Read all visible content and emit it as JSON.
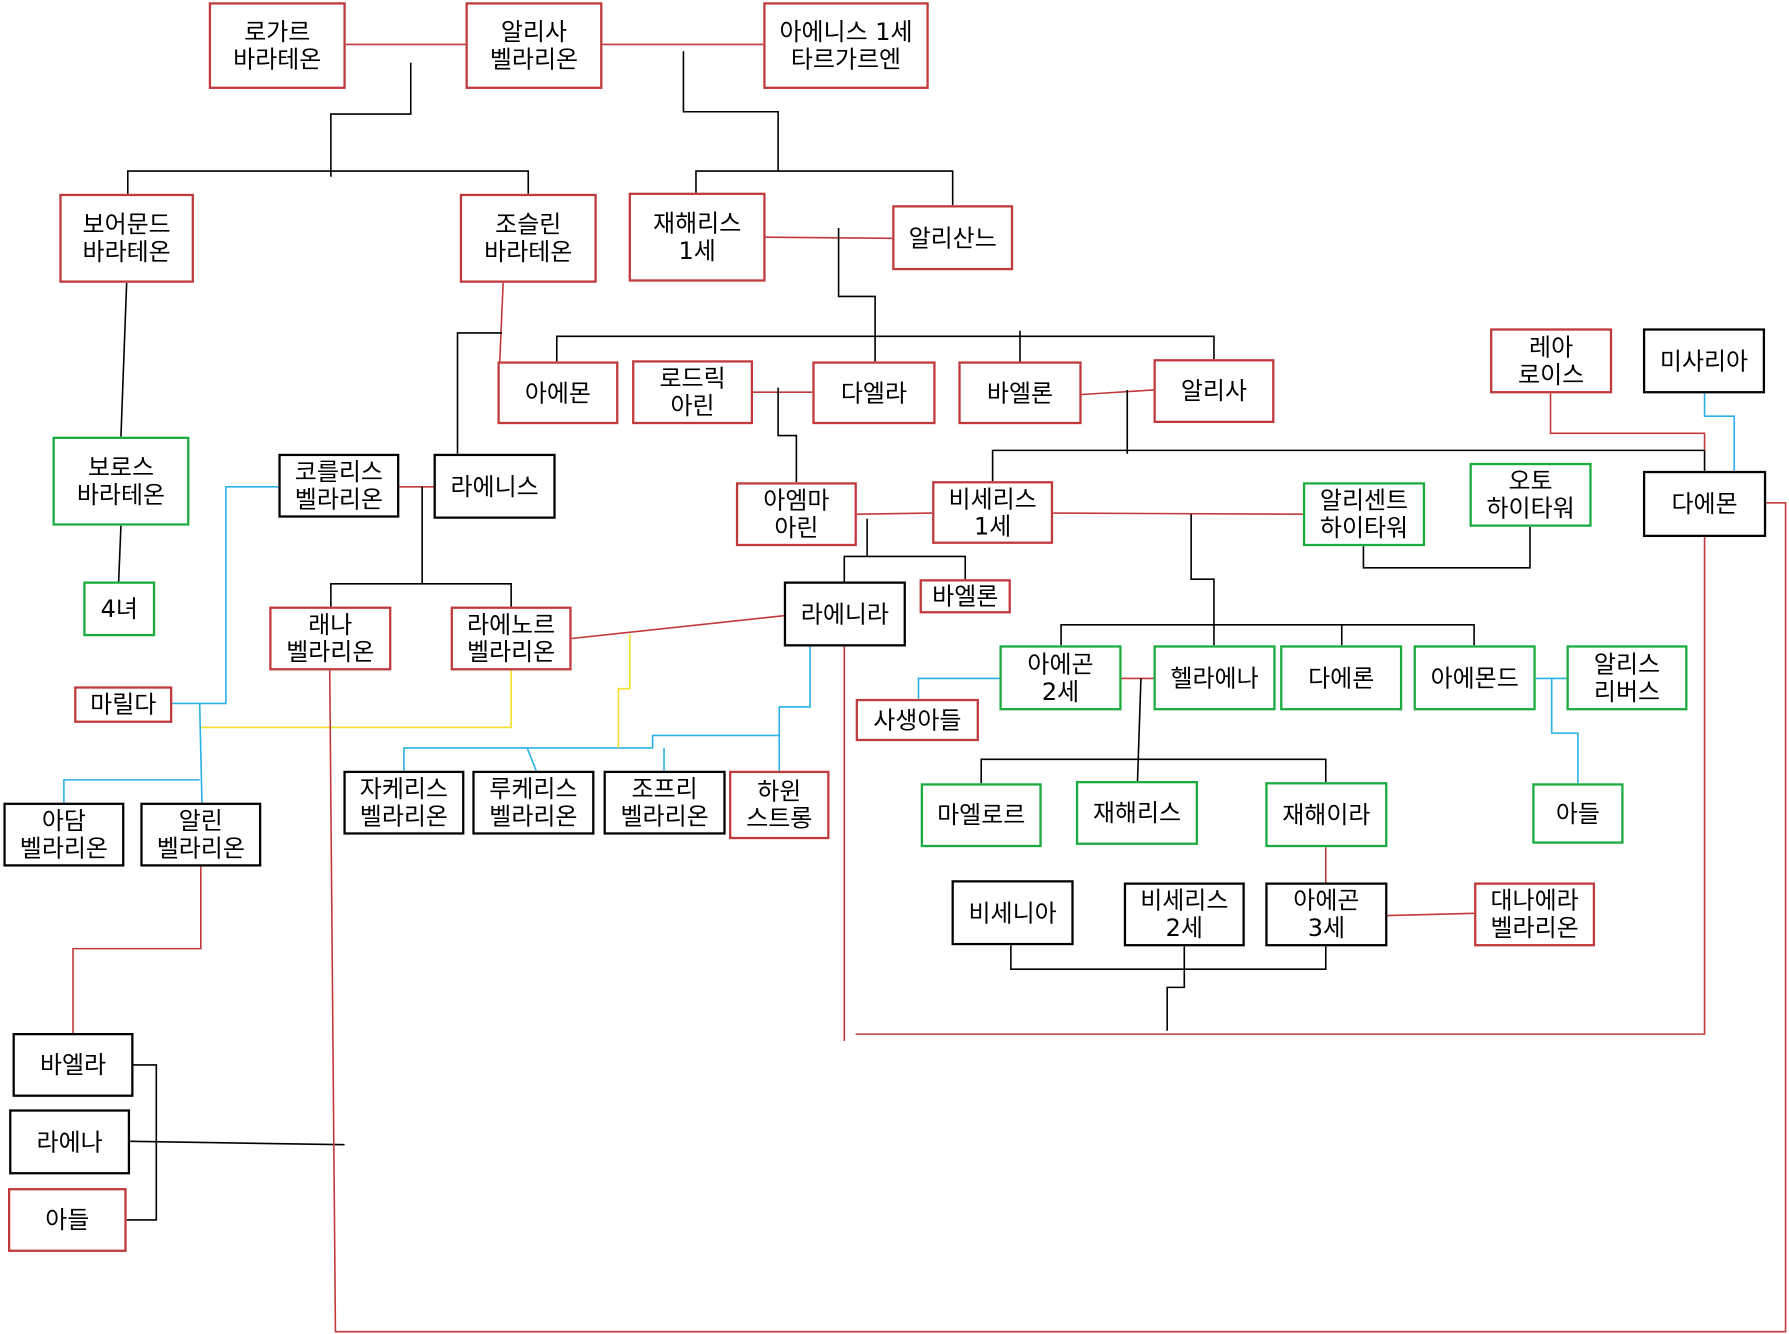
{
  "diagram": {
    "nodes": [
      {
        "id": "rogar",
        "label": "로가르\n바라테온",
        "color": "red"
      },
      {
        "id": "alyssa_v",
        "label": "알리사\n벨라리온",
        "color": "red"
      },
      {
        "id": "aenys1",
        "label": "아에니스 1세\n타르가르엔",
        "color": "red"
      },
      {
        "id": "boremund",
        "label": "보어문드\n바라테온",
        "color": "red"
      },
      {
        "id": "jocelyn",
        "label": "조슬린\n바라테온",
        "color": "red"
      },
      {
        "id": "jaehaerys1",
        "label": "재해리스\n1세",
        "color": "red"
      },
      {
        "id": "alysanne",
        "label": "알리산느",
        "color": "red"
      },
      {
        "id": "aemon",
        "label": "아에몬",
        "color": "red"
      },
      {
        "id": "rodrik",
        "label": "로드릭\n아린",
        "color": "red"
      },
      {
        "id": "daella",
        "label": "다엘라",
        "color": "red"
      },
      {
        "id": "baelon1",
        "label": "바엘론",
        "color": "red"
      },
      {
        "id": "alyssa_t",
        "label": "알리사",
        "color": "red"
      },
      {
        "id": "rhea",
        "label": "레아\n로이스",
        "color": "red"
      },
      {
        "id": "mysaria",
        "label": "미사리아",
        "color": "black"
      },
      {
        "id": "boros",
        "label": "보로스\n바라테온",
        "color": "green"
      },
      {
        "id": "corlys",
        "label": "코를리스\n벨라리온",
        "color": "black"
      },
      {
        "id": "rhaenys",
        "label": "라에니스",
        "color": "black"
      },
      {
        "id": "aemma",
        "label": "아엠마\n아린",
        "color": "red"
      },
      {
        "id": "viserys1",
        "label": "비세리스\n1세",
        "color": "red"
      },
      {
        "id": "alicent",
        "label": "알리센트\n하이타워",
        "color": "green"
      },
      {
        "id": "otto",
        "label": "오토\n하이타워",
        "color": "green"
      },
      {
        "id": "daemon",
        "label": "다에몬",
        "color": "black"
      },
      {
        "id": "four_daughters",
        "label": "4녀",
        "color": "green"
      },
      {
        "id": "baelon2",
        "label": "바엘론",
        "color": "red"
      },
      {
        "id": "laena",
        "label": "래나\n벨라리온",
        "color": "red"
      },
      {
        "id": "laenor",
        "label": "라에노르\n벨라리온",
        "color": "red"
      },
      {
        "id": "rhaenyra",
        "label": "라에니라",
        "color": "black"
      },
      {
        "id": "marilda",
        "label": "마릴다",
        "color": "red"
      },
      {
        "id": "aegon2",
        "label": "아에곤\n2세",
        "color": "green"
      },
      {
        "id": "helaena",
        "label": "헬라에나",
        "color": "green"
      },
      {
        "id": "daeron",
        "label": "다에론",
        "color": "green"
      },
      {
        "id": "aemond",
        "label": "아에몬드",
        "color": "green"
      },
      {
        "id": "alys",
        "label": "알리스\n리버스",
        "color": "green"
      },
      {
        "id": "bastard",
        "label": "사생아들",
        "color": "red"
      },
      {
        "id": "addam",
        "label": "아담\n벨라리온",
        "color": "black"
      },
      {
        "id": "alyn",
        "label": "알린\n벨라리온",
        "color": "black"
      },
      {
        "id": "jacaerys",
        "label": "자케리스\n벨라리온",
        "color": "black"
      },
      {
        "id": "lucerys",
        "label": "루케리스\n벨라리온",
        "color": "black"
      },
      {
        "id": "joffrey",
        "label": "조프리\n벨라리온",
        "color": "black"
      },
      {
        "id": "harwin",
        "label": "하윈\n스트롱",
        "color": "red"
      },
      {
        "id": "maelor",
        "label": "마엘로르",
        "color": "green"
      },
      {
        "id": "jaehaerys_c",
        "label": "재해리스",
        "color": "green"
      },
      {
        "id": "jaehaera",
        "label": "재해이라",
        "color": "green"
      },
      {
        "id": "son_aemond",
        "label": "아들",
        "color": "green"
      },
      {
        "id": "visenya",
        "label": "비세니아",
        "color": "black"
      },
      {
        "id": "viserys2",
        "label": "비세리스\n2세",
        "color": "black"
      },
      {
        "id": "aegon3",
        "label": "아에곤\n3세",
        "color": "black"
      },
      {
        "id": "daenaera",
        "label": "대나에라\n벨라리온",
        "color": "red"
      },
      {
        "id": "baela",
        "label": "바엘라",
        "color": "black"
      },
      {
        "id": "rhaena",
        "label": "라에나",
        "color": "black"
      },
      {
        "id": "son_rhaena",
        "label": "아들",
        "color": "red"
      }
    ],
    "colors": {
      "red": "#c0393b",
      "green": "#1aab3f",
      "black": "#000000",
      "blue": "#2ab0e8",
      "yellow": "#f2e02a"
    }
  }
}
